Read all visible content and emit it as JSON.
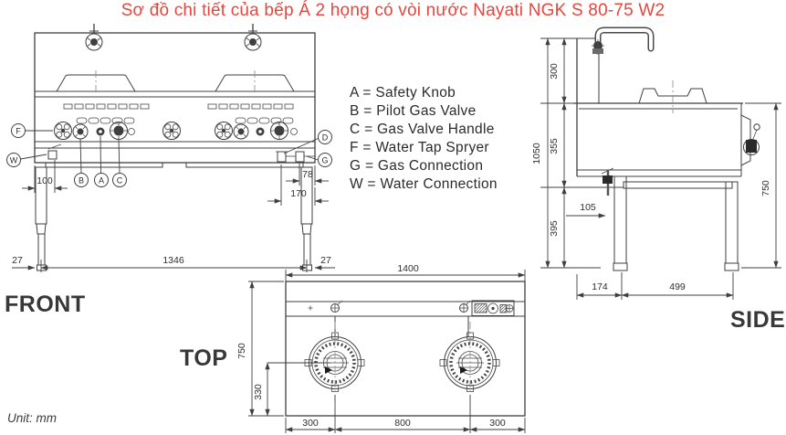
{
  "title": "Sơ đồ chi tiết của bếp Á 2 họng có vòi nước Nayati NGK S 80-75 W2",
  "unit_note": "Unit: mm",
  "colors": {
    "title_red": "#e8463c",
    "line_gray": "#3f3f3f",
    "label_dark": "#383838"
  },
  "legend": {
    "items": [
      "A = Safety Knob",
      "B = Pilot Gas Valve",
      "C = Gas Valve Handle",
      "F = Water Tap Spryer",
      "G = Gas Connection",
      "W = Water Connection"
    ]
  },
  "views": {
    "front": {
      "label": "FRONT",
      "callouts": {
        "a": "A",
        "b": "B",
        "c": "C",
        "d": "D",
        "f": "F",
        "g": "G",
        "w": "W"
      },
      "dims": {
        "d100": "100",
        "d78": "78",
        "d170": "170",
        "d27l": "27",
        "d1346": "1346",
        "d27r": "27"
      }
    },
    "side": {
      "label": "SIDE",
      "dims": {
        "d300": "300",
        "d355": "355",
        "d395": "395",
        "d1050": "1050",
        "d750": "750",
        "d105": "105",
        "d174": "174",
        "d499": "499"
      }
    },
    "top": {
      "label": "TOP",
      "dims": {
        "d1400": "1400",
        "d750": "750",
        "d330": "330",
        "d300l": "300",
        "d800": "800",
        "d300r": "300"
      }
    }
  }
}
